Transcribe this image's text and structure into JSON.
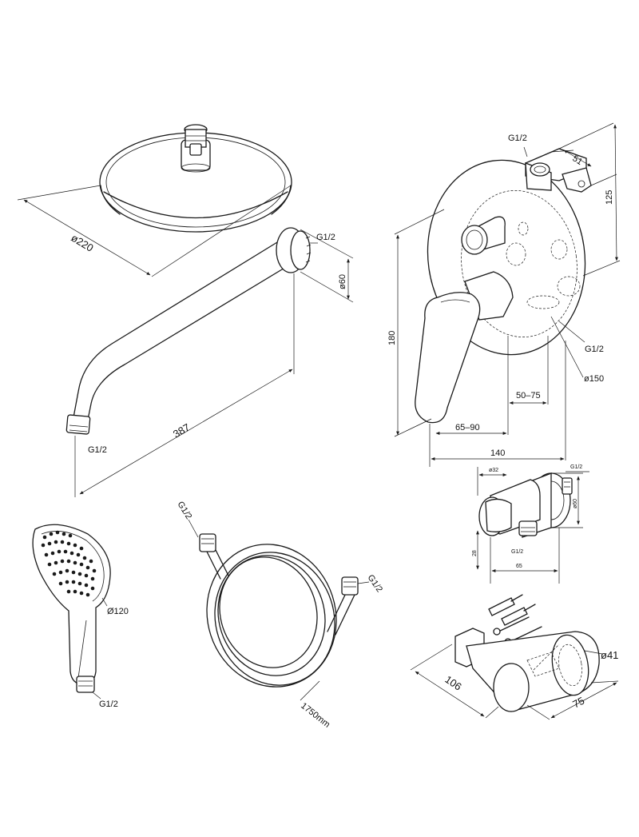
{
  "overhead_shower": {
    "diameter": "ø220"
  },
  "shower_arm": {
    "thread_wall": "G1/2",
    "diameter": "ø60",
    "length": "387",
    "thread_end": "G1/2"
  },
  "mixer": {
    "thread_top": "G1/2",
    "depth_top": "51",
    "height_top": "125",
    "height": "180",
    "thread_side": "G1/2",
    "plate_diameter": "ø150",
    "depth_range_a": "50–75",
    "depth_range_b": "65–90",
    "depth_total": "140"
  },
  "wall_outlet": {
    "dim_top": "ø32",
    "thread_right": "G1/2",
    "dim_right": "ø60",
    "dim_left": "28",
    "thread_bottom": "G1/2",
    "dim_bottom": "65"
  },
  "hand_shower": {
    "diameter": "Ø120",
    "thread": "G1/2"
  },
  "hose": {
    "thread_left": "G1/2",
    "thread_right": "G1/2",
    "length": "1750mm"
  },
  "holder": {
    "length": "106",
    "width": "75",
    "diameter": "ø41"
  }
}
